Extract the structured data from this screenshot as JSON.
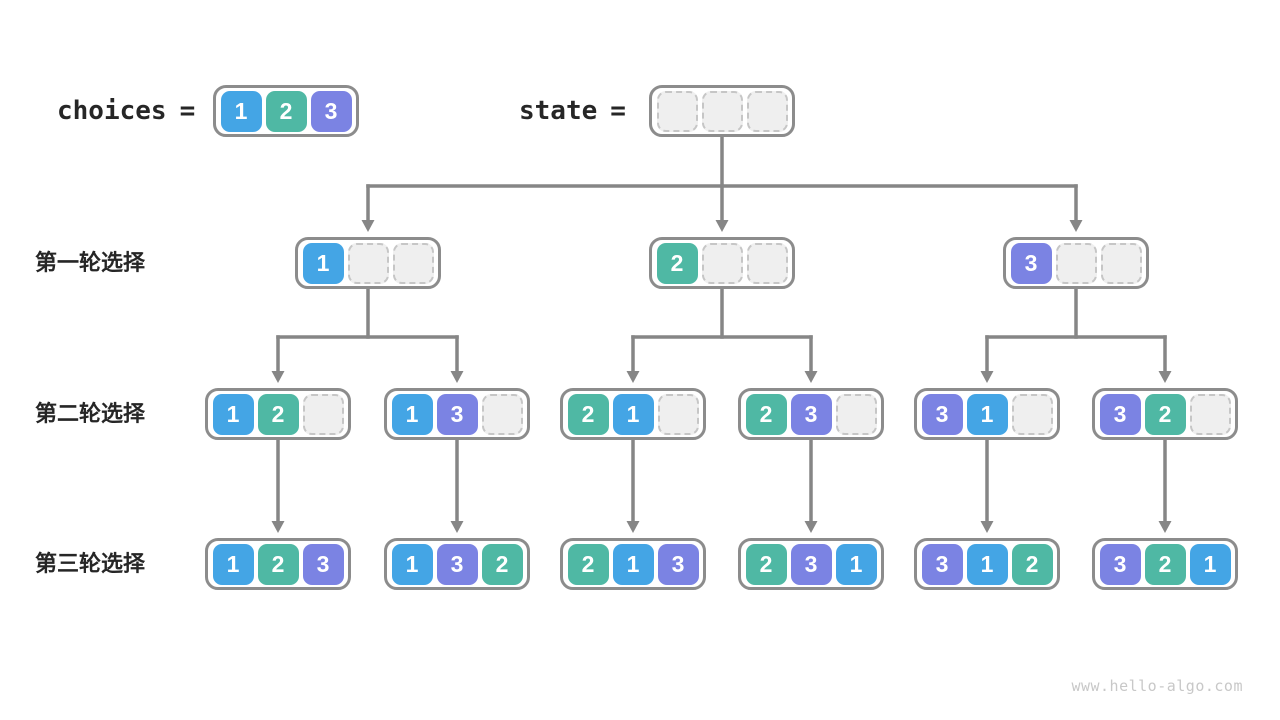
{
  "page": {
    "background": "#ffffff",
    "watermark": "www.hello-algo.com"
  },
  "colors": {
    "value_1": "#44a5e5",
    "value_2": "#4fb8a4",
    "value_3": "#7b83e3",
    "empty_cell_fill": "#efefef",
    "empty_cell_border": "#c6c6c6",
    "box_border": "#8c8c8c",
    "arrow": "#868686",
    "label_text": "#262626",
    "watermark_text": "#c8c8c8"
  },
  "legend": {
    "choices_label": "choices",
    "state_label": "state",
    "equals": "=",
    "choices_values": [
      1,
      2,
      3
    ],
    "state_values": [
      null,
      null,
      null
    ]
  },
  "rows": [
    {
      "label": "第一轮选择",
      "boxes": [
        [
          1,
          null,
          null
        ],
        [
          2,
          null,
          null
        ],
        [
          3,
          null,
          null
        ]
      ]
    },
    {
      "label": "第二轮选择",
      "boxes": [
        [
          1,
          2,
          null
        ],
        [
          1,
          3,
          null
        ],
        [
          2,
          1,
          null
        ],
        [
          2,
          3,
          null
        ],
        [
          3,
          1,
          null
        ],
        [
          3,
          2,
          null
        ]
      ]
    },
    {
      "label": "第三轮选择",
      "boxes": [
        [
          1,
          2,
          3
        ],
        [
          1,
          3,
          2
        ],
        [
          2,
          1,
          3
        ],
        [
          2,
          3,
          1
        ],
        [
          3,
          1,
          2
        ],
        [
          3,
          2,
          1
        ]
      ]
    }
  ]
}
